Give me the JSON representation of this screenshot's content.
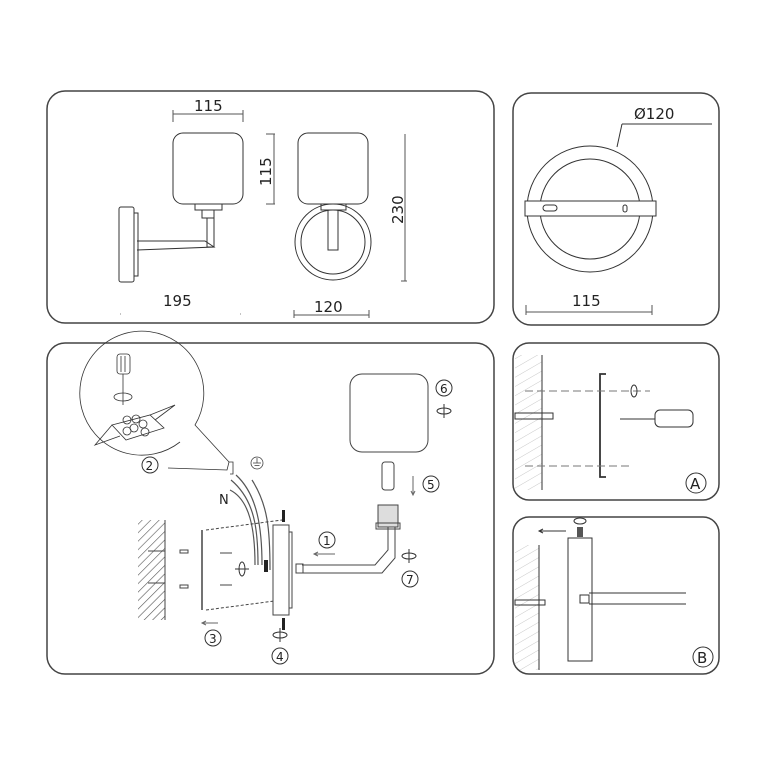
{
  "dimensions_panel": {
    "shade_width": "115",
    "shade_height": "115",
    "projection": "195",
    "base_width": "120",
    "total_height": "230"
  },
  "backplate_panel": {
    "diameter": "Ø120",
    "bar_width": "115"
  },
  "assembly_panel": {
    "steps": [
      "1",
      "2",
      "3",
      "4",
      "5",
      "6",
      "7"
    ],
    "neutral_label": "N",
    "earth_symbol": "earth-ground-icon"
  },
  "detail_a": {
    "label": "A"
  },
  "detail_b": {
    "label": "B"
  },
  "colors": {
    "line": "#333333",
    "panel_border": "#444444",
    "background": "#ffffff"
  }
}
